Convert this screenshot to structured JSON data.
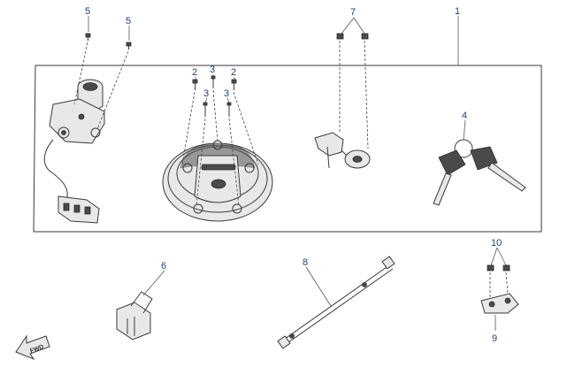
{
  "callouts": {
    "c1": "1",
    "c2a": "2",
    "c2b": "2",
    "c3a": "3",
    "c3b": "3",
    "c3c": "3",
    "c4": "4",
    "c5a": "5",
    "c5b": "5",
    "c6": "6",
    "c7": "7",
    "c8": "8",
    "c9": "9",
    "c10": "10"
  },
  "direction_arrow": {
    "label": "FWD"
  },
  "colors": {
    "callout": "#1f3f7a",
    "linework": "#3a3a3a"
  }
}
